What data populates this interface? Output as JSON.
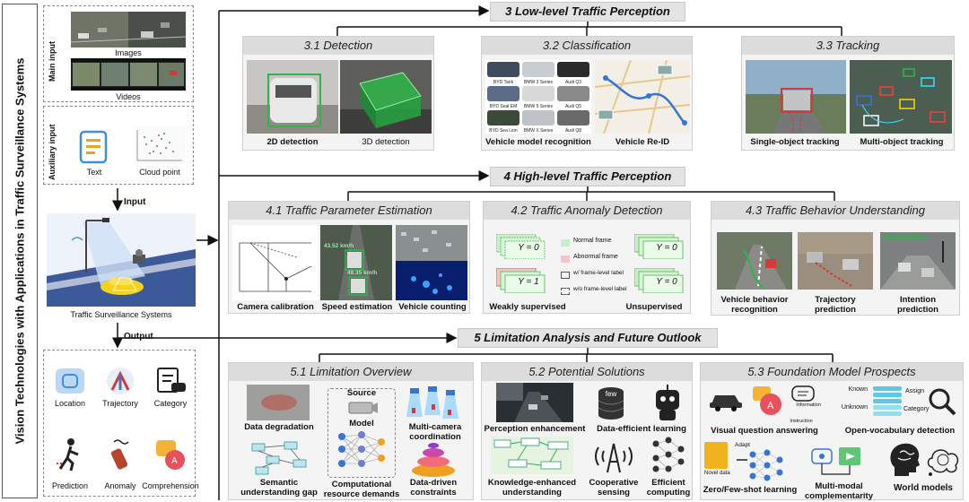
{
  "title": "Vision Technologies with Applications in Traffic Surveillance Systems",
  "left": {
    "main_input_label": "Main input",
    "images_label": "Images",
    "videos_label": "Videos",
    "aux_input_label": "Auxiliary input",
    "text_label": "Text",
    "cloud_label": "Cloud point",
    "input_label": "Input",
    "system_label": "Traffic Surveillance Systems",
    "output_label": "Output",
    "outputs": [
      "Location",
      "Trajectory",
      "Category",
      "Prediction",
      "Anomaly",
      "Comprehension"
    ]
  },
  "sec3": {
    "title": "3 Low-level Traffic Perception",
    "s31": {
      "title": "3.1 Detection",
      "a": "2D detection",
      "b": "3D detection"
    },
    "s32": {
      "title": "3.2 Classification",
      "a": "Vehicle model recognition",
      "b": "Vehicle Re-ID",
      "cars": [
        "BYD Tank",
        "BMW 3 Series",
        "Audi Q3",
        "BYD Seal EM",
        "BMW 5 Series",
        "Audi Q5",
        "BYD Sea Lion",
        "BMW X Series",
        "Audi Q8"
      ]
    },
    "s33": {
      "title": "3.3 Tracking",
      "a": "Single-object tracking",
      "b": "Multi-object tracking"
    }
  },
  "sec4": {
    "title": "4 High-level Traffic Perception",
    "s41": {
      "title": "4.1 Traffic Parameter Estimation",
      "a": "Camera calibration",
      "b": "Speed estimation",
      "c": "Vehicle counting",
      "speed1": "43.52 km/h",
      "speed2": "48.35 km/h"
    },
    "s42": {
      "title": "4.2 Traffic Anomaly Detection",
      "a": "Weakly supervised",
      "b": "Unsupervised",
      "y0": "Y = 0",
      "y1": "Y = 1",
      "legend": [
        "Normal frame",
        "Abnormal frame",
        "w/ frame-level label",
        "w/o frame-level label"
      ]
    },
    "s43": {
      "title": "4.3 Traffic Behavior Understanding",
      "a": "Vehicle behavior recognition",
      "b": "Trajectory prediction",
      "c": "Intention prediction"
    }
  },
  "sec5": {
    "title": "5 Limitation Analysis and Future Outlook",
    "s51": {
      "title": "5.1 Limitation Overview",
      "source": "Source",
      "model": "Model",
      "a": "Data degradation",
      "b": "Multi-camera coordination",
      "c": "Semantic understanding gap",
      "d": "Computational resource demands",
      "e": "Data-driven constraints"
    },
    "s52": {
      "title": "5.2 Potential Solutions",
      "few": "few",
      "a": "Perception enhancement",
      "b": "Data-efficient learning",
      "c": "Knowledge-enhanced understanding",
      "d": "Cooperative sensing",
      "e": "Efficient computing"
    },
    "s53": {
      "title": "5.3 Foundation Model Prospects",
      "a": "Visual question answering",
      "b": "Open-vocabulary detection",
      "known": "Known",
      "unknown": "Unknown",
      "assign": "Assign",
      "category": "Category",
      "info": "Information",
      "instruct": "Instruction",
      "c": "Zero/Few-shot learning",
      "novel": "Novel data",
      "adapt": "Adapt",
      "d": "Multi-modal complementarity",
      "e": "World models"
    }
  },
  "colors": {
    "green": "#2fb54a",
    "red": "#d53a3a",
    "blue": "#3575d6",
    "accent": "#f0a020"
  }
}
